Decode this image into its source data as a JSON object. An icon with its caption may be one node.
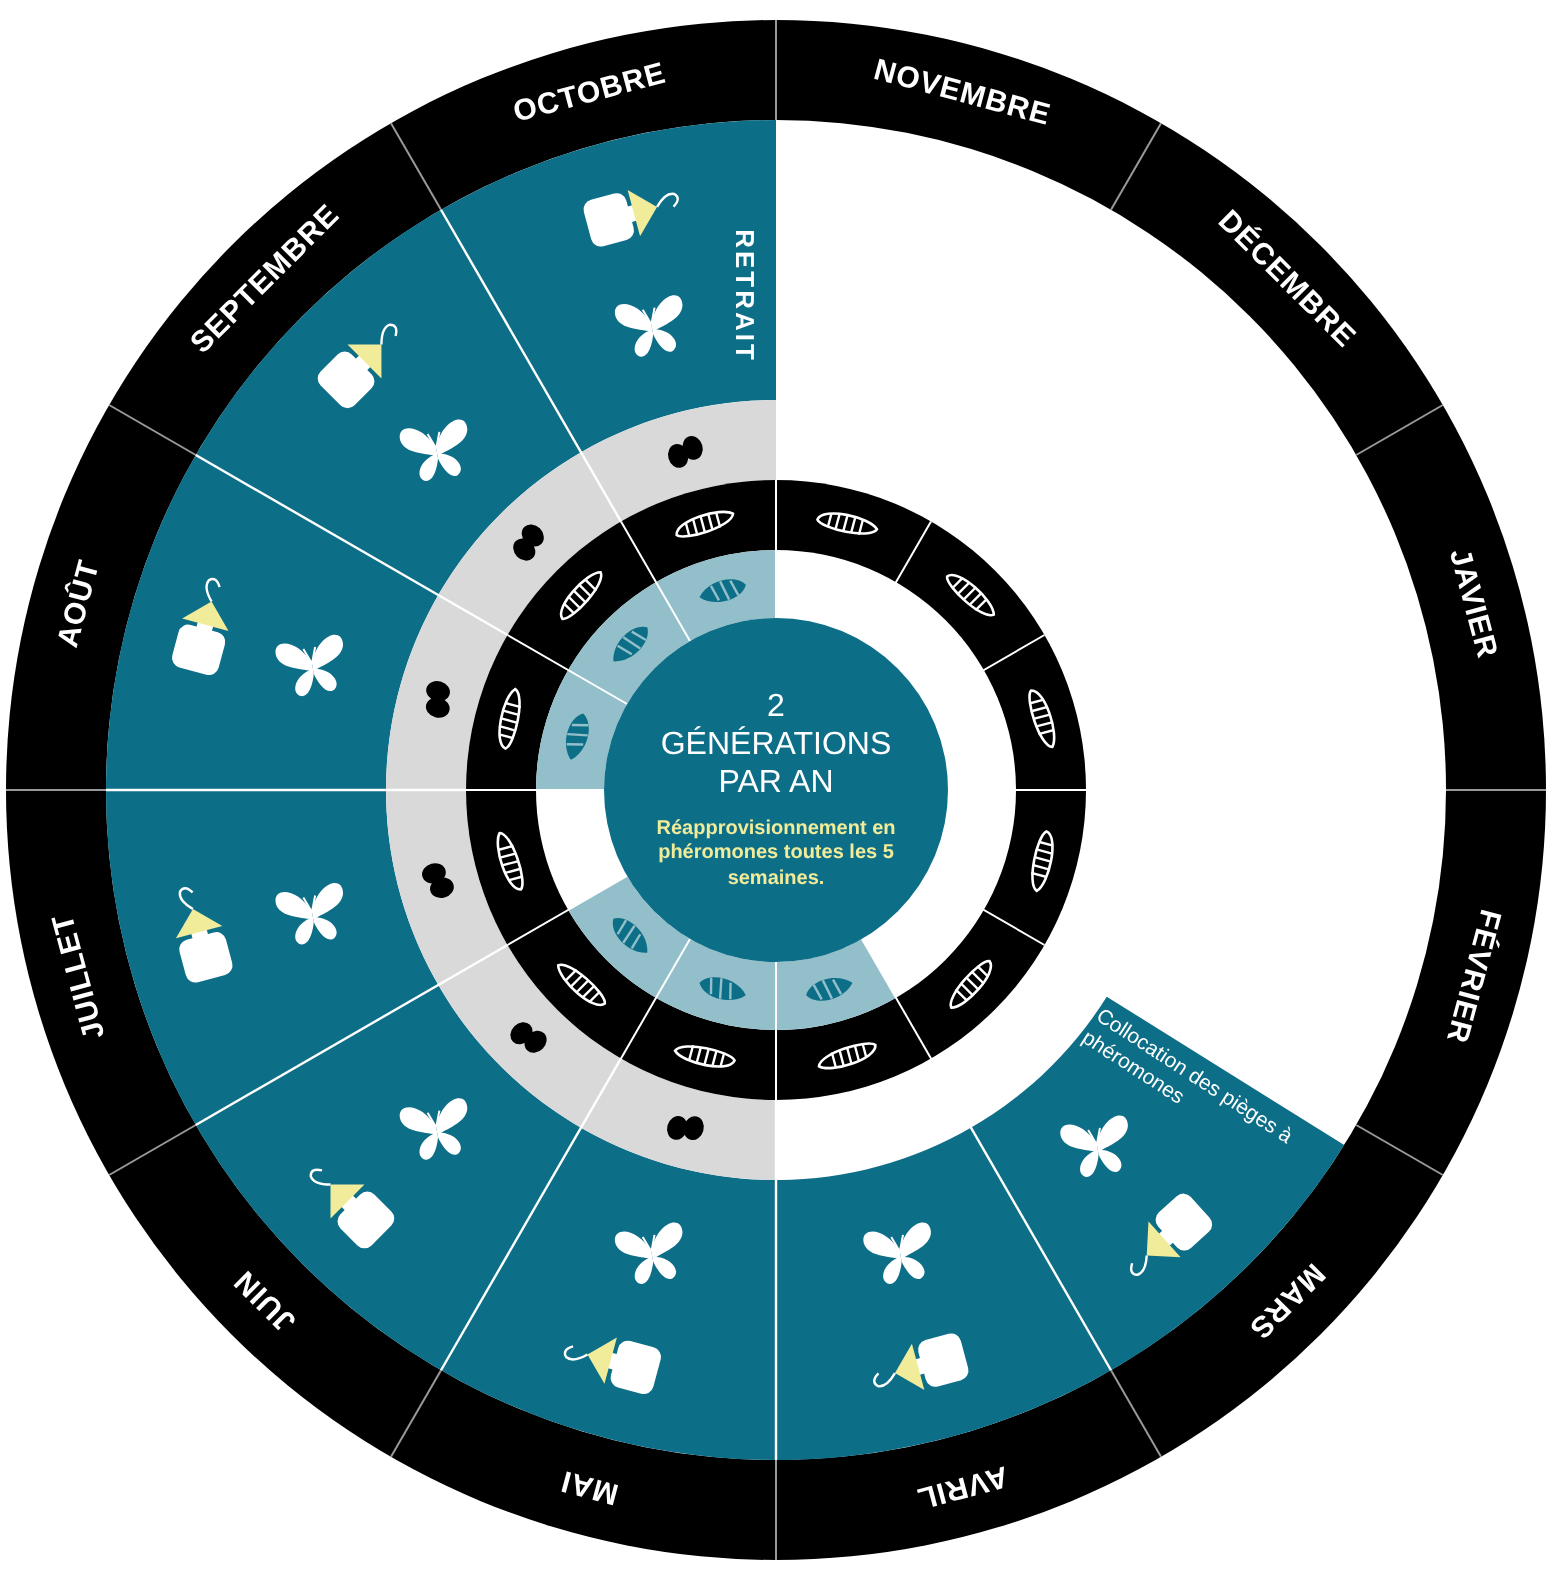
{
  "diagram": {
    "nodes": [
      {
        "text": [
          "2 GÉNÉRATIONS PAR AN",
          "Réapprovisionnement en phéromones toutes les 5 semaines."
        ]
      }
    ],
    "labels": [
      "NOVEMBRE",
      "DÉCEMBRE",
      "JAVIER",
      "FÉVRIER",
      "MARS",
      "AVRIL",
      "MAI",
      "JUIN",
      "JUILLET",
      "AOÛT",
      "SEPTEMBRE",
      "OCTOBRE",
      "RETRAIT",
      "Collocation des pièges à phéromones"
    ]
  }
}
